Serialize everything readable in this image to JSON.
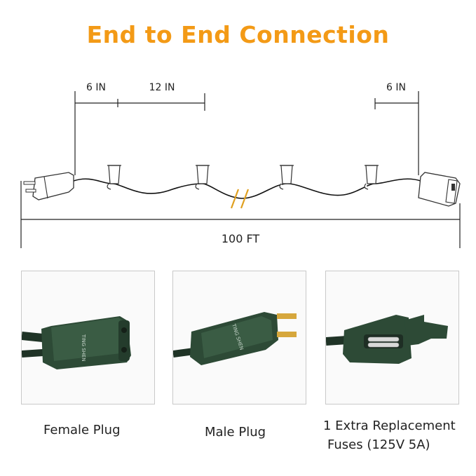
{
  "title": "End to End Connection",
  "colors": {
    "title": "#f39a16",
    "cord": "#111111",
    "plug_body": "#2d4a36",
    "brass": "#d6a73c",
    "break_mark": "#e0a020"
  },
  "dimensions": {
    "left_gap": "6 IN",
    "bulb_spacing": "12 IN",
    "right_gap": "6 IN",
    "total_length": "100 FT"
  },
  "panels": [
    {
      "caption": "Female Plug",
      "icon": "female-plug"
    },
    {
      "caption": "Male Plug",
      "icon": "male-plug"
    },
    {
      "caption_line1": "1 Extra Replacement",
      "caption_line2": "Fuses (125V 5A)",
      "icon": "fuse-plug"
    }
  ]
}
